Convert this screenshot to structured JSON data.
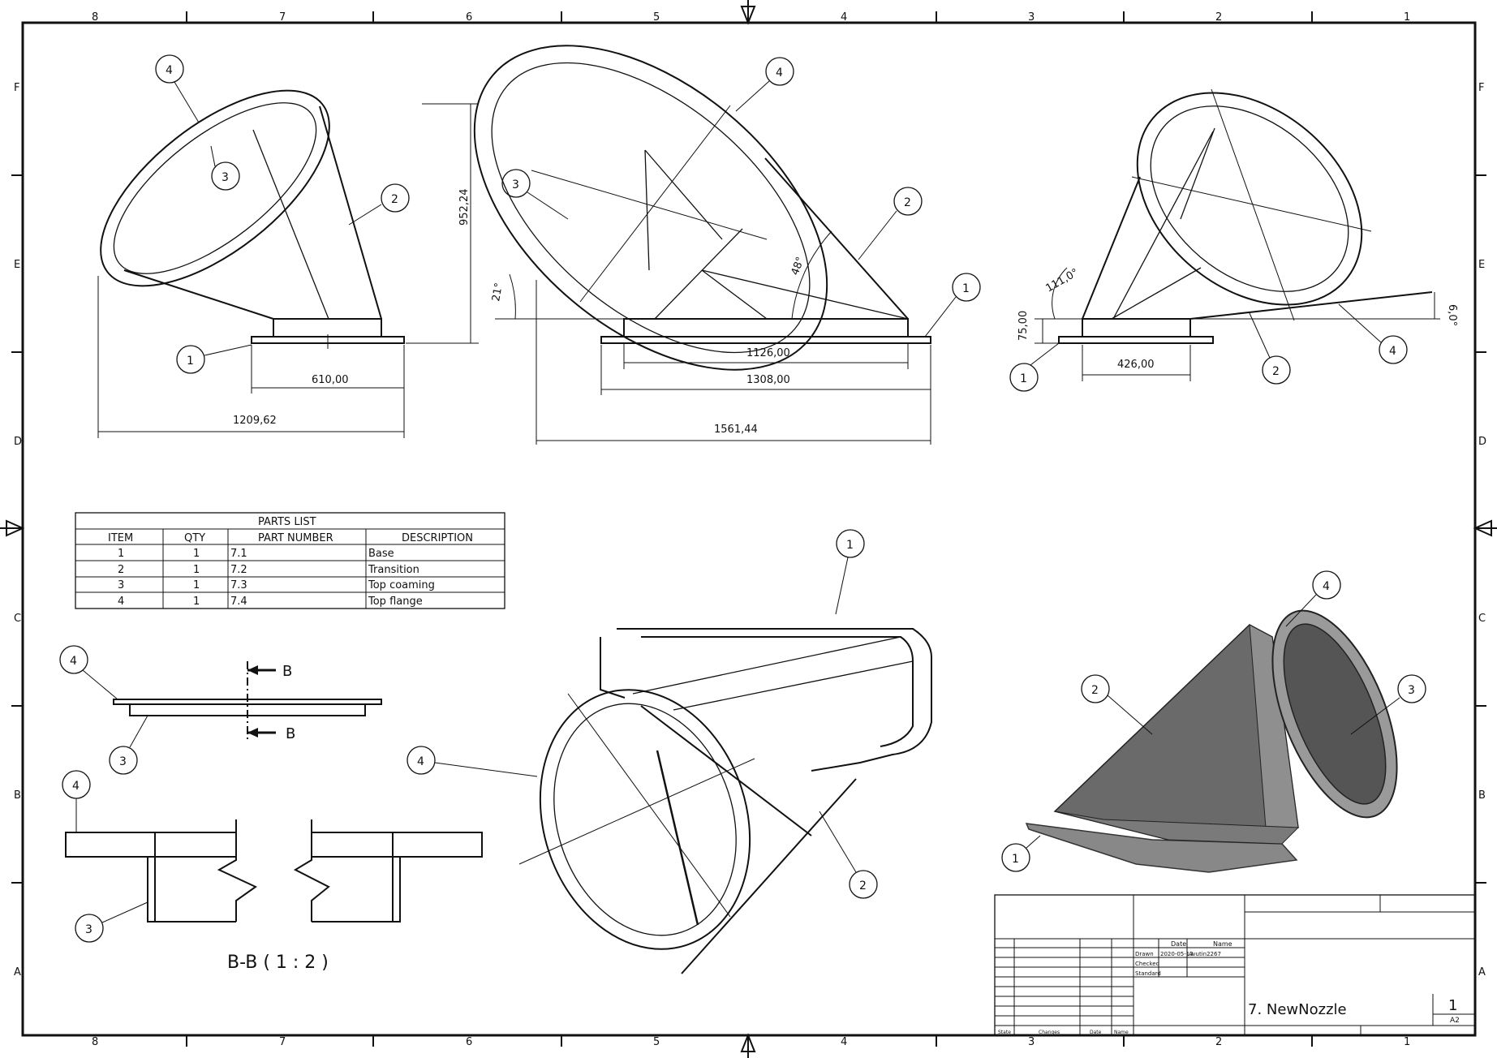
{
  "zones": {
    "columns": [
      "8",
      "7",
      "6",
      "5",
      "4",
      "3",
      "2",
      "1"
    ],
    "rows": [
      "F",
      "E",
      "D",
      "C",
      "B",
      "A"
    ]
  },
  "balloons": [
    "1",
    "2",
    "3",
    "4"
  ],
  "view_top_left": {
    "dims": [
      "952,24",
      "610,00",
      "1209,62"
    ]
  },
  "view_top_mid": {
    "dims": [
      "21°",
      "48°",
      "1126,00",
      "1308,00",
      "1561,44"
    ]
  },
  "view_top_right": {
    "dims": [
      "111,0°",
      "75,00",
      "426,00",
      "6,0°"
    ]
  },
  "parts_list": {
    "title": "PARTS LIST",
    "headers": [
      "ITEM",
      "QTY",
      "PART NUMBER",
      "DESCRIPTION"
    ],
    "rows": [
      {
        "item": "1",
        "qty": "1",
        "part": "7.1",
        "desc": "Base"
      },
      {
        "item": "2",
        "qty": "1",
        "part": "7.2",
        "desc": "Transition"
      },
      {
        "item": "3",
        "qty": "1",
        "part": "7.3",
        "desc": "Top coaming"
      },
      {
        "item": "4",
        "qty": "1",
        "part": "7.4",
        "desc": "Top flange"
      }
    ]
  },
  "section": {
    "marker": "B",
    "caption": "B-B ( 1 : 2 )"
  },
  "title_block": {
    "col_date": "Date",
    "col_name": "Name",
    "row_drawn": "Drawn",
    "row_checked": "Checked",
    "row_standard": "Standard",
    "drawn_date": "2020-05-13",
    "drawn_name": "Avutin2267",
    "title": "7. NewNozzle",
    "sheet": "1",
    "size": "A2",
    "footer_state": "State",
    "footer_changes": "Changes",
    "footer_date": "Date",
    "footer_name": "Name"
  }
}
